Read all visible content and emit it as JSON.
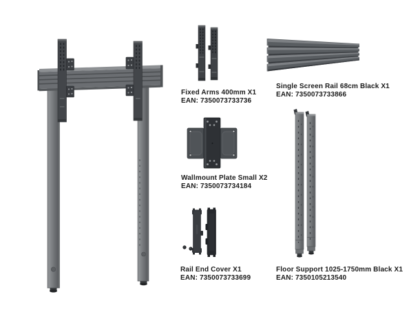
{
  "diagram": {
    "background": "#ffffff",
    "text_color": "#1b1b1b",
    "main_product": {
      "id": "assembled-floor-stand",
      "description": "Assembled TV floor stand with rail, fixed arms and floor supports"
    },
    "parts": [
      {
        "id": "fixed-arms",
        "name": "Fixed Arms 400mm X1",
        "ean": "EAN: 7350073733736"
      },
      {
        "id": "single-screen-rail",
        "name": "Single Screen Rail 68cm Black X1",
        "ean": "EAN: 7350073733866"
      },
      {
        "id": "wallmount-plate",
        "name": "Wallmount Plate Small X2",
        "ean": "EAN: 7350073734184"
      },
      {
        "id": "rail-end-cover",
        "name": "Rail End Cover X1",
        "ean": "EAN: 7350073733699"
      },
      {
        "id": "floor-support",
        "name": "Floor Support 1025-1750mm Black X1",
        "ean": "EAN: 7350105213540"
      }
    ],
    "palette": {
      "steel_gray": "#74777a",
      "steel_dark": "#5e6164",
      "steel_light": "#8b8e91",
      "rail_gray": "#595d61",
      "charcoal": "#3a3d41",
      "near_black": "#26292d"
    }
  }
}
